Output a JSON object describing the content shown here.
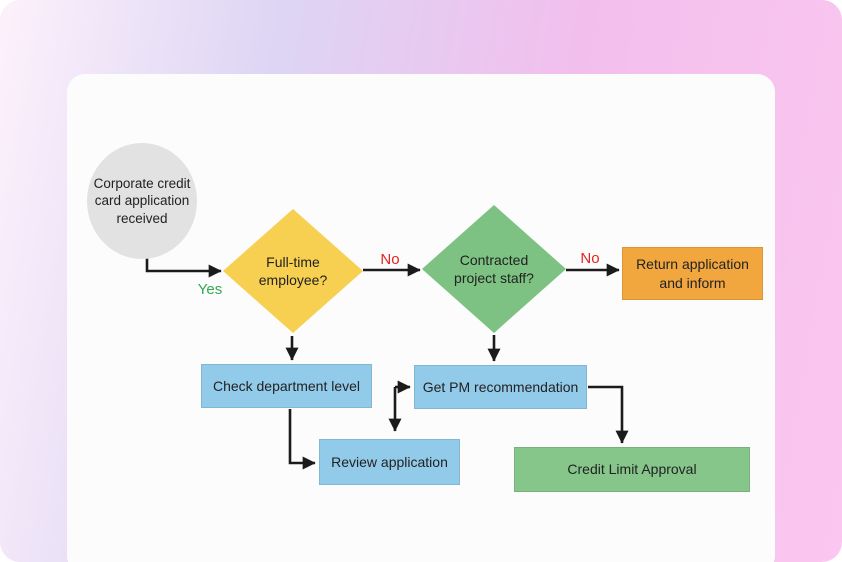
{
  "flowchart": {
    "nodes": {
      "start": {
        "label": "Corporate credit card application received",
        "type": "start"
      },
      "fulltime": {
        "label": "Full-time employee?",
        "type": "decision"
      },
      "contracted": {
        "label": "Contracted project staff?",
        "type": "decision"
      },
      "return": {
        "label": "Return application and inform",
        "type": "terminal"
      },
      "check_dept": {
        "label": "Check department level",
        "type": "process"
      },
      "get_pm": {
        "label": "Get PM recommendation",
        "type": "process"
      },
      "review": {
        "label": "Review application",
        "type": "process"
      },
      "credit": {
        "label": "Credit Limit Approval",
        "type": "terminal"
      }
    },
    "edges": [
      {
        "from": "start",
        "to": "fulltime",
        "label": "Yes"
      },
      {
        "from": "fulltime",
        "to": "contracted",
        "label": "No"
      },
      {
        "from": "contracted",
        "to": "return",
        "label": "No"
      },
      {
        "from": "fulltime",
        "to": "check_dept",
        "label": ""
      },
      {
        "from": "contracted",
        "to": "get_pm",
        "label": ""
      },
      {
        "from": "check_dept",
        "to": "review",
        "label": ""
      },
      {
        "from": "review",
        "to": "get_pm",
        "label": ""
      },
      {
        "from": "get_pm",
        "to": "review",
        "label": ""
      },
      {
        "from": "get_pm",
        "to": "credit",
        "label": ""
      }
    ],
    "edge_labels": {
      "yes": "Yes",
      "no_fulltime": "No",
      "no_contracted": "No"
    },
    "colors": {
      "start_gray": "#e2e2e2",
      "decision_yellow": "#f7d052",
      "decision_green": "#7dc282",
      "process_blue": "#92cbe9",
      "terminal_orange": "#f2a63e",
      "terminal_green": "#87c68b",
      "arrow": "#1b1b1b",
      "yes_label": "#34a853",
      "no_label": "#e0261f"
    }
  }
}
